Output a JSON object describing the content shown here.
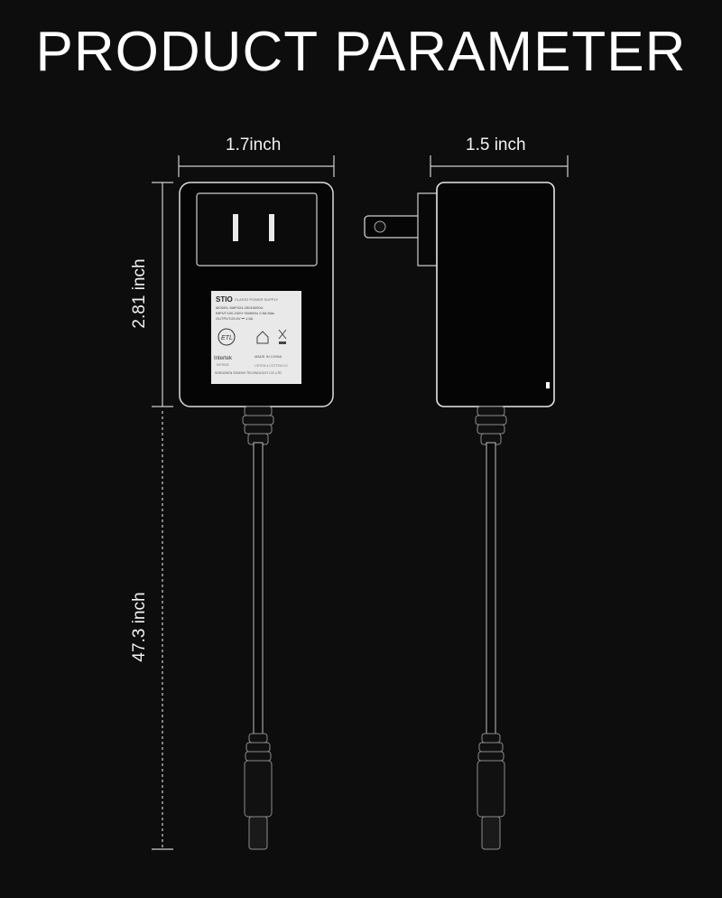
{
  "title": "PRODUCT PARAMETER",
  "dimensions": {
    "front_width": "1.7inch",
    "side_width": "1.5 inch",
    "body_height": "2.81 inch",
    "cable_length": "47.3 inch"
  },
  "label": {
    "brand": "STIO",
    "class": "CLASS2 POWER SUPPLY",
    "model": "MODEL:SMF024-25015000U",
    "input": "INPUT:100-240V~50/60Hz 0.5A Max",
    "output": "OUTPUT:25.0V ⎓ 1.5A",
    "cert": "Intertek",
    "cert_no": "5079034",
    "made_in": "MADE IN CHINA",
    "maker": "SHENZHEN SOMSHI TECHNOLOGY CO.,LTD",
    "listed": "LISTED 4 COTTEN CO"
  },
  "colors": {
    "background": "#0d0d0d",
    "adapter": "#050505",
    "outline": "#d9d9d9",
    "label_bg": "#e9e9e9"
  }
}
